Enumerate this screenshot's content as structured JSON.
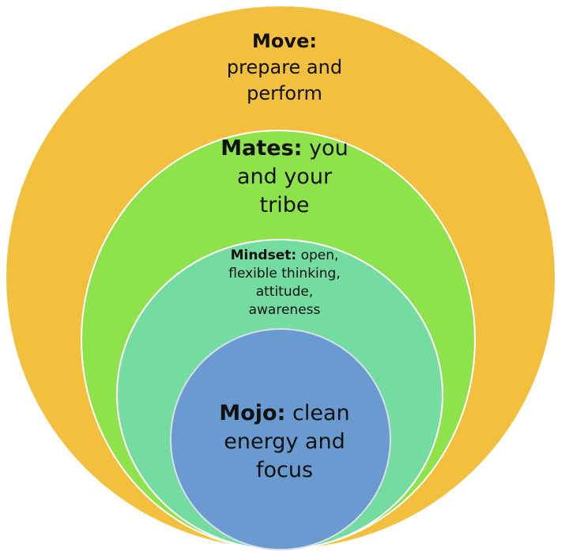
{
  "rings": {
    "move": {
      "title": "Move:",
      "line1": "prepare and",
      "line2": "perform",
      "color": "#f3bf3f"
    },
    "mates": {
      "title": "Mates:",
      "line1_rest": "you",
      "line2": "and your",
      "line3": "tribe",
      "color": "#8ee34c"
    },
    "mindset": {
      "title": "Mindset:",
      "line1_rest": "open,",
      "line2": "flexible thinking,",
      "line3": "attitude,",
      "line4": "awareness",
      "color": "#74dca0"
    },
    "mojo": {
      "title": "Mojo:",
      "line1_rest": "clean",
      "line2": "energy and",
      "line3": "focus",
      "color": "#6a9bd0"
    }
  }
}
